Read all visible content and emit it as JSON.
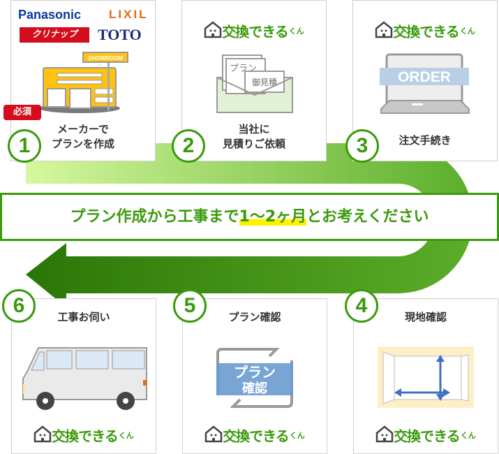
{
  "banner": {
    "text_before": "プラン作成から工事まで",
    "text_highlight": "1～2ヶ月",
    "text_after": "とお考えください"
  },
  "brand_logo": {
    "name": "交換できる",
    "suffix": "くん"
  },
  "steps": [
    {
      "number": "1",
      "label_line1": "メーカーで",
      "label_line2": "プランを作成",
      "badge": "必須",
      "makers": [
        "Panasonic",
        "LIXIL",
        "クリナップ",
        "TOTO"
      ],
      "sign": "SHOWROOM"
    },
    {
      "number": "2",
      "label_line1": "当社に",
      "label_line2": "見積りご依頼",
      "doc_front": "御見積",
      "doc_back": "プラン"
    },
    {
      "number": "3",
      "label_line1": "注文手続き",
      "screen_text": "ORDER"
    },
    {
      "number": "4",
      "label_line1": "現地確認"
    },
    {
      "number": "5",
      "label_line1": "プラン確認",
      "image_line1": "プラン",
      "image_line2": "確認"
    },
    {
      "number": "6",
      "label_line1": "工事お伺い"
    }
  ],
  "colors": {
    "green": "#3a9a0c",
    "badge_red": "#d40c1c",
    "highlight": "#fff200"
  }
}
